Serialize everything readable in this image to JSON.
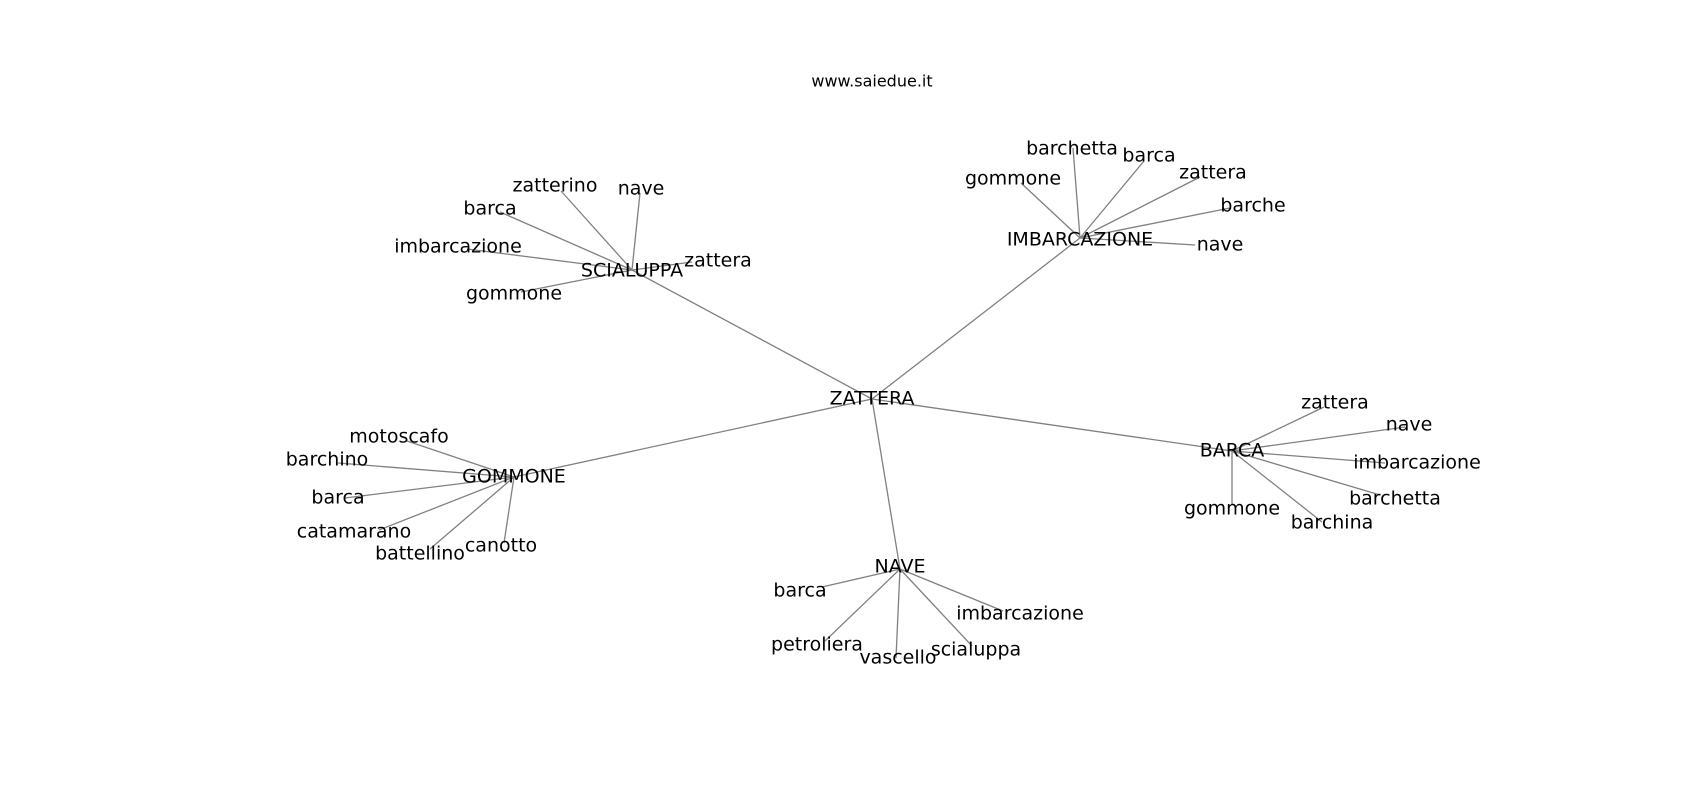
{
  "site": "www.saiedue.it",
  "graph": {
    "root": "ZATTERA",
    "hubs": [
      {
        "id": "SCIALUPPA",
        "label": "SCIALUPPA",
        "leaves": [
          "zatterino",
          "nave",
          "barca",
          "imbarcazione",
          "zattera",
          "gommone"
        ]
      },
      {
        "id": "IMBARCAZIONE",
        "label": "IMBARCAZIONE",
        "leaves": [
          "barchetta",
          "barca",
          "gommone",
          "zattera",
          "barche",
          "nave"
        ]
      },
      {
        "id": "GOMMONE",
        "label": "GOMMONE",
        "leaves": [
          "motoscafo",
          "barchino",
          "barca",
          "catamarano",
          "battellino",
          "canotto"
        ]
      },
      {
        "id": "NAVE",
        "label": "NAVE",
        "leaves": [
          "barca",
          "imbarcazione",
          "petroliera",
          "vascello",
          "scialuppa"
        ]
      },
      {
        "id": "BARCA",
        "label": "BARCA",
        "leaves": [
          "zattera",
          "nave",
          "imbarcazione",
          "barchetta",
          "gommone",
          "barchina"
        ]
      }
    ]
  }
}
